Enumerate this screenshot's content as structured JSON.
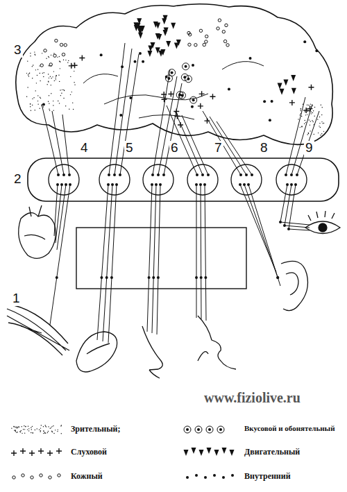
{
  "diagram": {
    "labels": [
      "3",
      "4",
      "5",
      "6",
      "7",
      "8",
      "9",
      "2",
      "1",
      "www.fiziolive.ru"
    ],
    "legend": [
      {
        "text": "Зрительный;"
      },
      {
        "text": "Вкусовой и обонятельный"
      },
      {
        "text": "Слуховой"
      },
      {
        "text": "Двигательный"
      },
      {
        "text": "Кожный"
      },
      {
        "text": "Внутренний"
      }
    ]
  }
}
